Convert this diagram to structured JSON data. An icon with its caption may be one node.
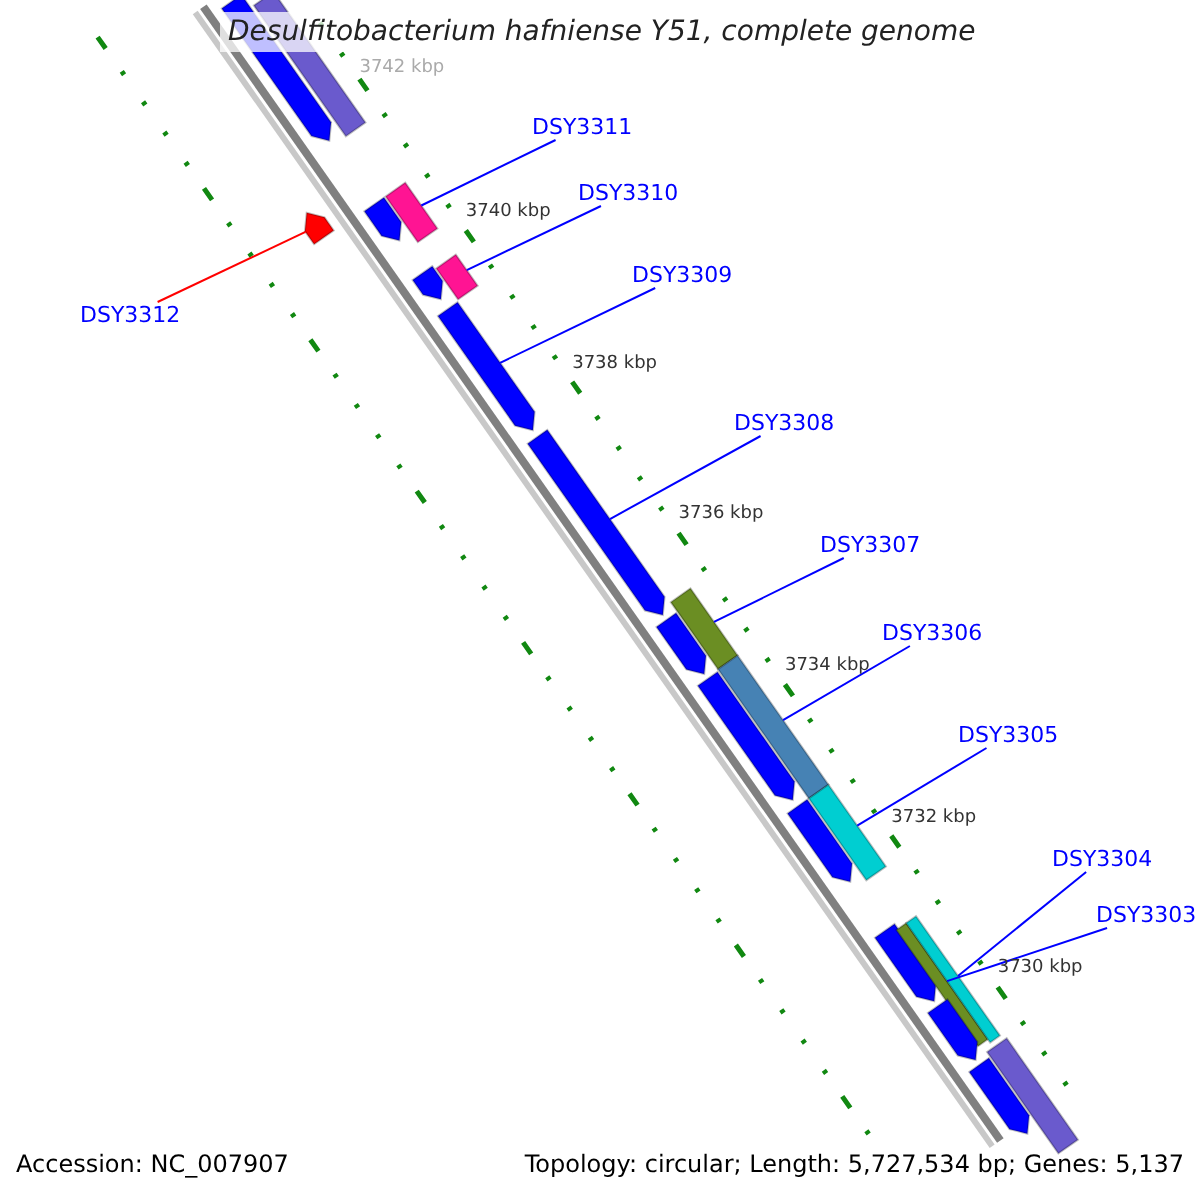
{
  "diagram": {
    "title": "Desulfitobacterium hafniense Y51, complete genome",
    "nodes": [
      {
        "text": [
          "DSY3311"
        ]
      },
      {
        "text": [
          "DSY3310"
        ]
      },
      {
        "text": [
          "DSY3309"
        ]
      },
      {
        "text": [
          "DSY3312"
        ]
      },
      {
        "text": [
          "DSY3308"
        ]
      },
      {
        "text": [
          "DSY3307"
        ]
      },
      {
        "text": [
          "DSY3306"
        ]
      },
      {
        "text": [
          "DSY3305"
        ]
      },
      {
        "text": [
          "DSY3304"
        ]
      },
      {
        "text": [
          "DSY3303"
        ]
      },
      {
        "text": [],
        "shape": "pentagon"
      },
      {
        "text": [],
        "shape": "bar"
      },
      {
        "text": [],
        "shape": "pentagon"
      },
      {
        "text": [],
        "shape": "pentagon"
      },
      {
        "text": [],
        "shape": "bar"
      },
      {
        "text": [],
        "shape": "pentagon"
      },
      {
        "text": [],
        "shape": "bar"
      },
      {
        "text": [],
        "shape": "pentagon"
      },
      {
        "text": [],
        "shape": "pentagon"
      },
      {
        "text": [],
        "shape": "bar"
      },
      {
        "text": [],
        "shape": "pentagon"
      },
      {
        "text": [],
        "shape": "bar"
      },
      {
        "text": [],
        "shape": "pentagon"
      },
      {
        "text": [],
        "shape": "bar"
      },
      {
        "text": [],
        "shape": "pentagon"
      },
      {
        "text": [],
        "shape": "pentagon"
      },
      {
        "text": [],
        "shape": "bar"
      },
      {
        "text": [],
        "shape": "bar"
      },
      {
        "text": [],
        "shape": "pentagon"
      },
      {
        "text": [],
        "shape": "bar"
      },
      {
        "text": [],
        "shape": "pentagon"
      }
    ],
    "edges": [
      {
        "from": 0,
        "to": 14,
        "arrow": "none"
      },
      {
        "from": 1,
        "to": 16,
        "arrow": "none"
      },
      {
        "from": 2,
        "to": 17,
        "arrow": "none"
      },
      {
        "from": 3,
        "to": 12,
        "arrow": "none",
        "color": "#ff0000"
      },
      {
        "from": 4,
        "to": 18,
        "arrow": "none"
      },
      {
        "from": 5,
        "to": 19,
        "arrow": "none"
      },
      {
        "from": 6,
        "to": 21,
        "arrow": "none"
      },
      {
        "from": 7,
        "to": 23,
        "arrow": "none"
      },
      {
        "from": 8,
        "to": 27,
        "arrow": "none"
      },
      {
        "from": 9,
        "to": 26,
        "arrow": "none"
      }
    ],
    "labels": [
      "3742 kbp",
      "3740 kbp",
      "3738 kbp",
      "3736 kbp",
      "3734 kbp",
      "3732 kbp",
      "3730 kbp",
      "Accession: NC_007907",
      "Topology: circular; Length: 5,727,534 bp; Genes: 5,137"
    ]
  }
}
